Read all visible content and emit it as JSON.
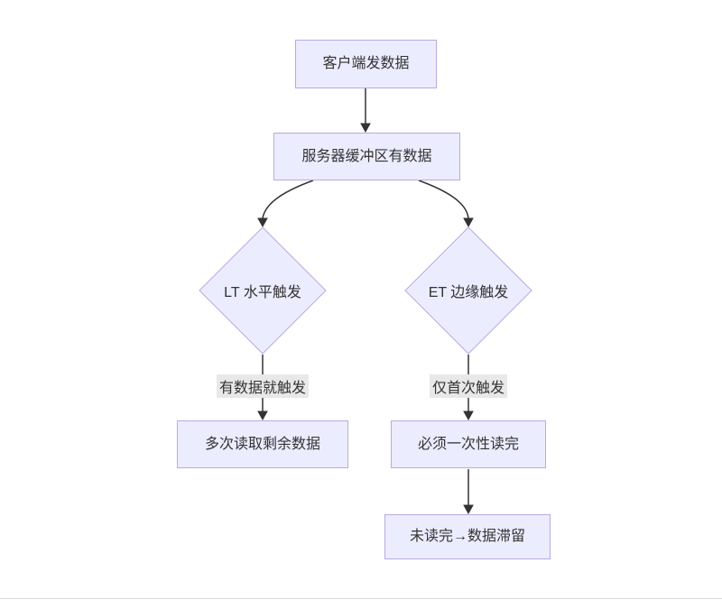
{
  "diagram": {
    "type": "flowchart",
    "direction": "top-down",
    "nodes": {
      "client": {
        "label": "客户端发数据",
        "shape": "rect"
      },
      "buffer": {
        "label": "服务器缓冲区有数据",
        "shape": "rect"
      },
      "lt": {
        "label": "LT 水平触发",
        "shape": "diamond"
      },
      "et": {
        "label": "ET 边缘触发",
        "shape": "diamond"
      },
      "lt_read": {
        "label": "多次读取剩余数据",
        "shape": "rect"
      },
      "et_read": {
        "label": "必须一次性读完",
        "shape": "rect"
      },
      "et_stale": {
        "label": "未读完→数据滞留",
        "shape": "rect"
      }
    },
    "edges": [
      {
        "from": "client",
        "to": "buffer",
        "label": ""
      },
      {
        "from": "buffer",
        "to": "lt",
        "label": ""
      },
      {
        "from": "buffer",
        "to": "et",
        "label": ""
      },
      {
        "from": "lt",
        "to": "lt_read",
        "label": "有数据就触发"
      },
      {
        "from": "et",
        "to": "et_read",
        "label": "仅首次触发"
      },
      {
        "from": "et_read",
        "to": "et_stale",
        "label": ""
      }
    ]
  },
  "colors": {
    "node_fill": "#ececff",
    "node_border": "#b9a9e2",
    "edge_color": "#333333",
    "edge_label_bg": "#e8e8e8",
    "text_color": "#333333",
    "divider_color": "#dddddd",
    "background": "#ffffff"
  }
}
